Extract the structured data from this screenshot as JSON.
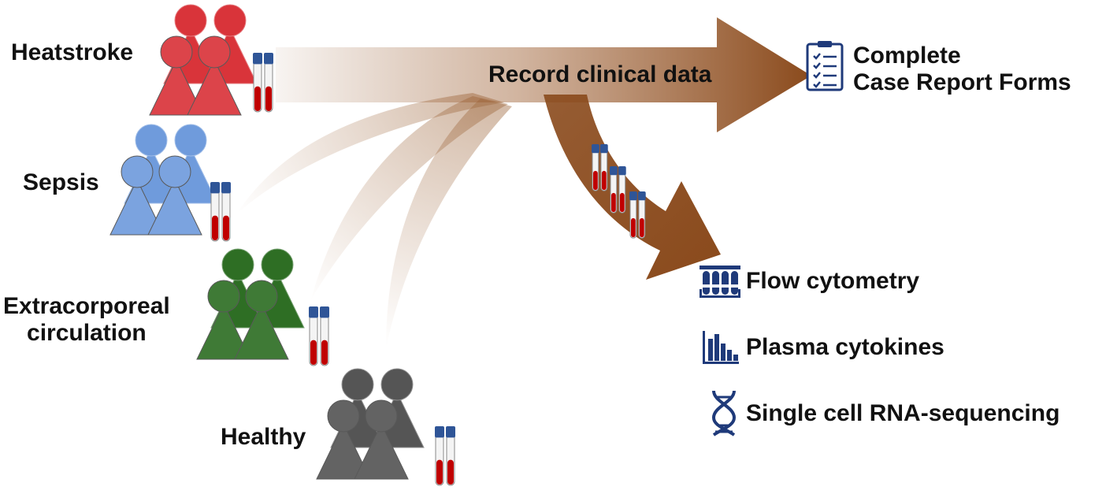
{
  "groups": [
    {
      "label": "Heatstroke",
      "color": "#d9343a"
    },
    {
      "label": "Sepsis",
      "color": "#6f9bdc"
    },
    {
      "label": "Extracorporeal\ncirculation",
      "color": "#2e6e24"
    },
    {
      "label": "Healthy",
      "color": "#555555"
    }
  ],
  "flow": {
    "label": "Record clinical data",
    "arrow_color": "#8a4a1c"
  },
  "outputs": {
    "crf": "Complete\nCase Report Forms",
    "assays": [
      {
        "label": "Flow cytometry",
        "icon": "test-tubes-icon"
      },
      {
        "label": "Plasma cytokines",
        "icon": "bar-chart-icon"
      },
      {
        "label": "Single cell RNA-sequencing",
        "icon": "dna-icon"
      }
    ]
  },
  "colors": {
    "icon_navy": "#1f3a7a",
    "tube_cap": "#2f5597",
    "blood": "#c00000"
  }
}
